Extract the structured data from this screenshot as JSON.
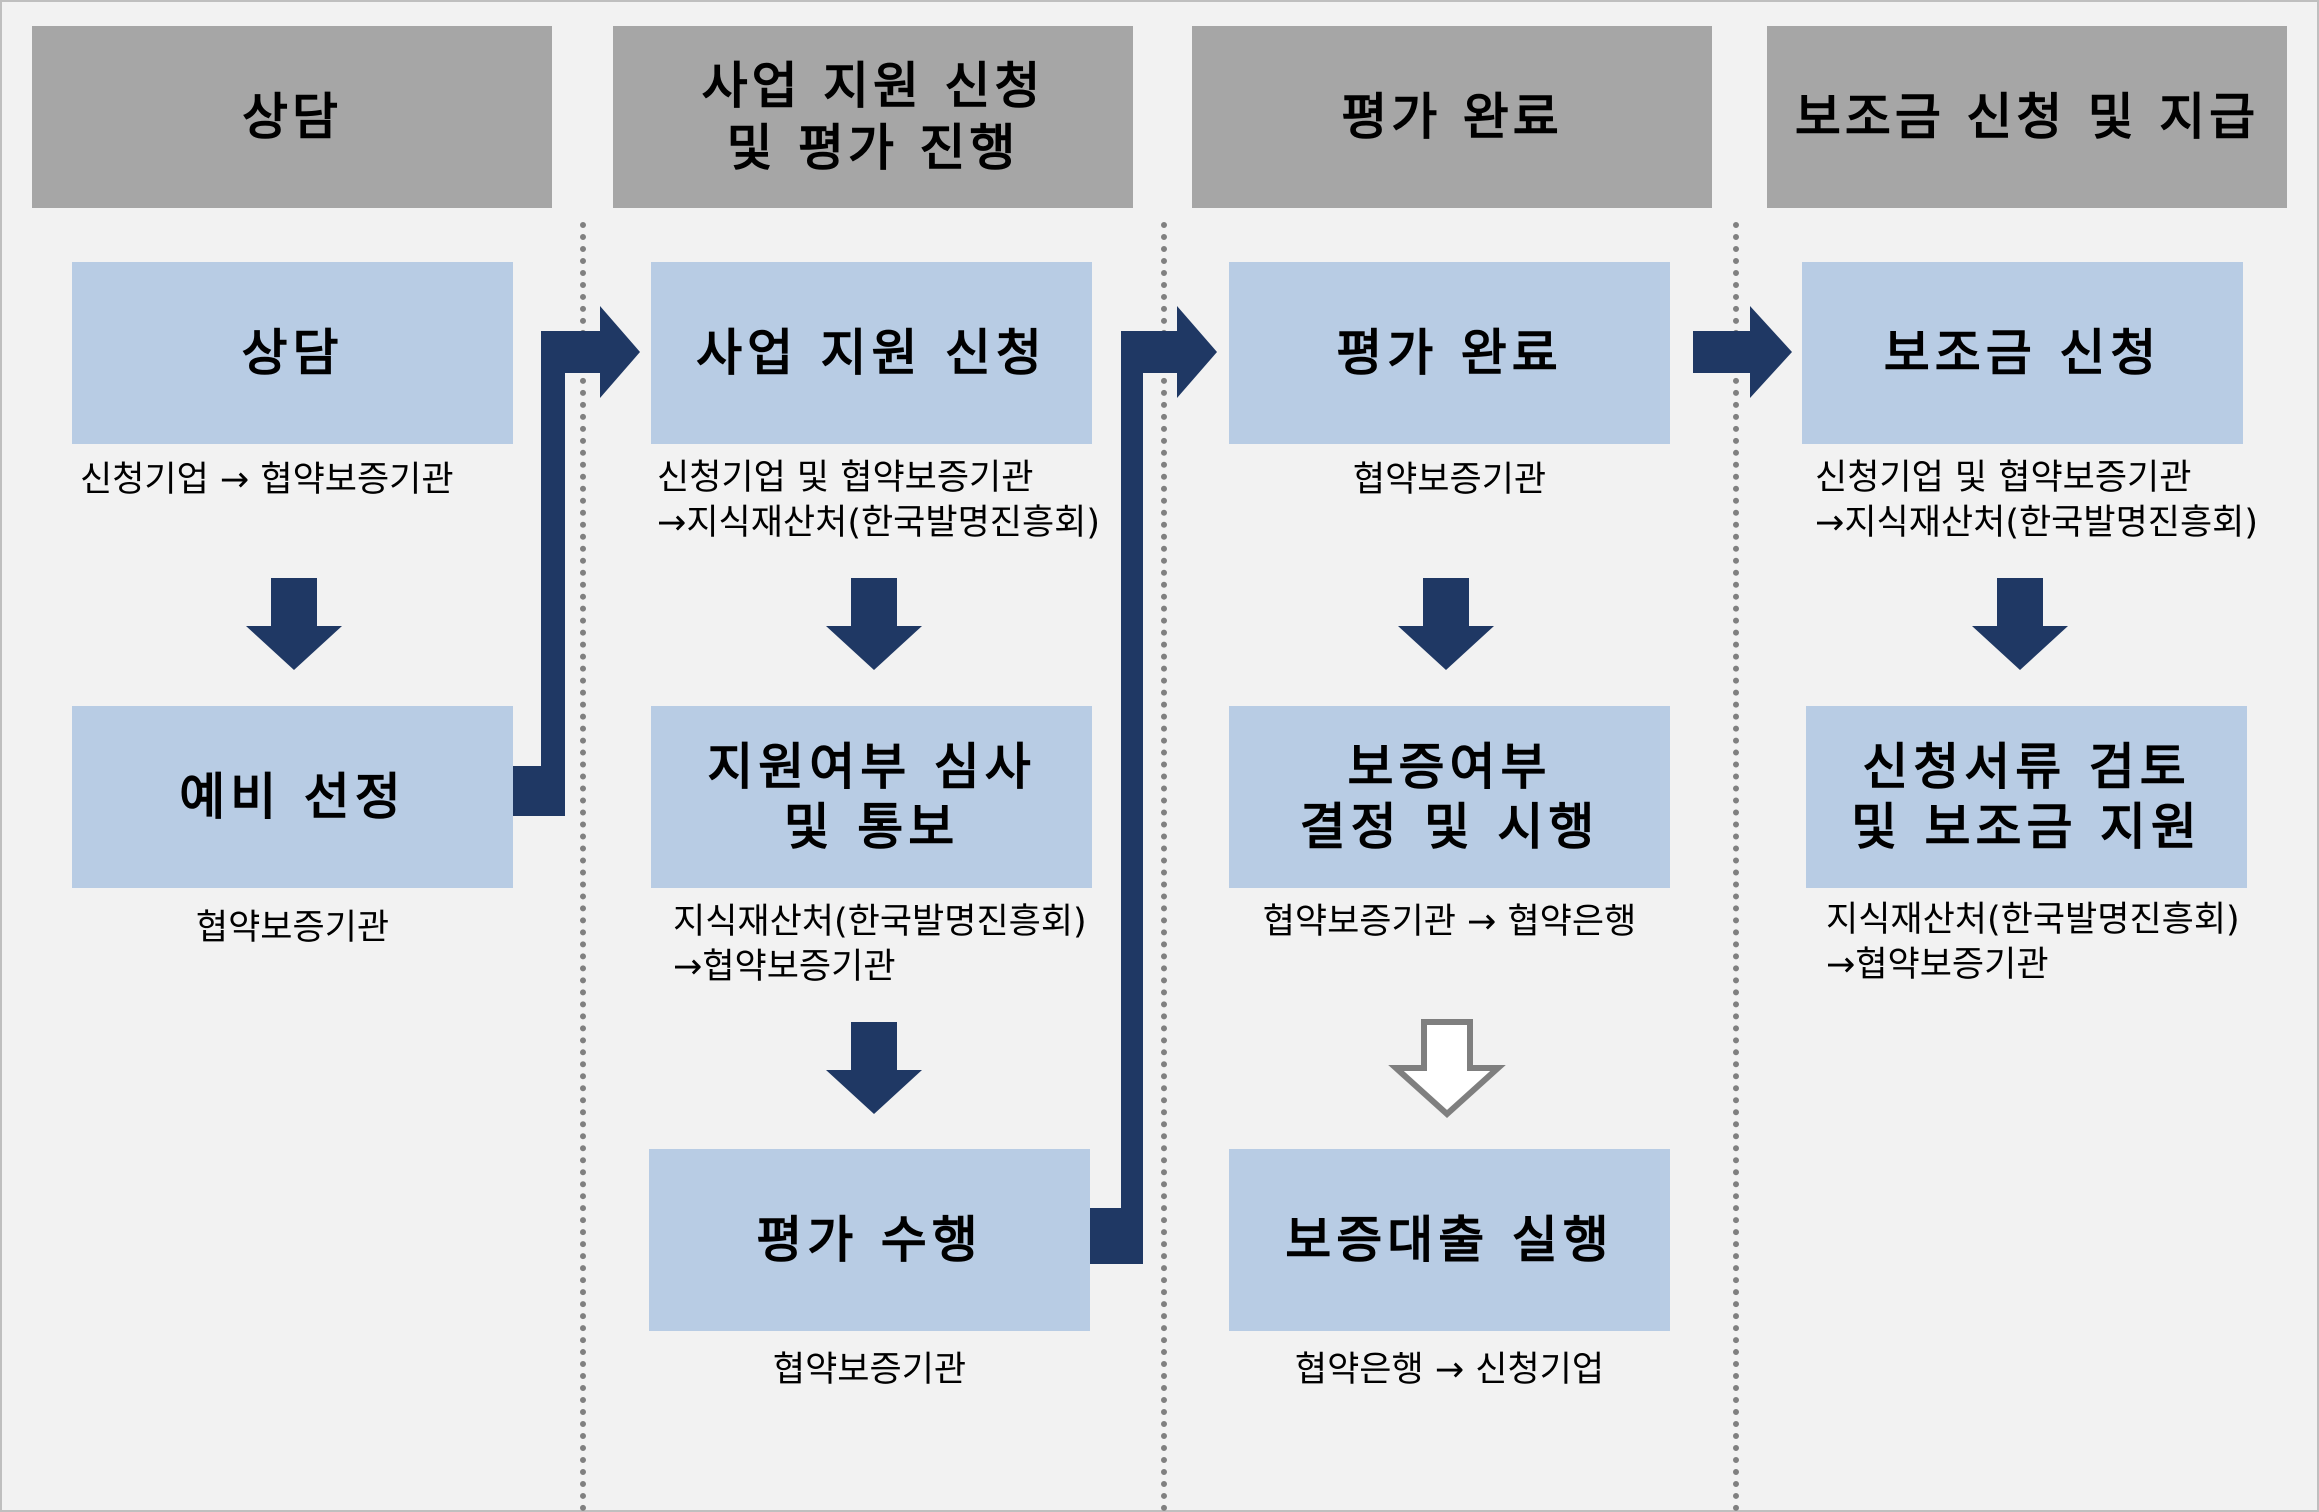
{
  "colors": {
    "background": "#f2f2f2",
    "header_bg": "#a6a6a6",
    "box_bg": "#b8cce4",
    "arrow": "#1f3864",
    "hollow_arrow_stroke": "#7f7f7f",
    "divider": "#808080"
  },
  "columns": [
    {
      "header": "상담",
      "steps": [
        {
          "title": "상담",
          "label": "신청기업 → 협약보증기관"
        },
        {
          "title": "예비 선정",
          "label": "협약보증기관"
        }
      ]
    },
    {
      "header": "사업 지원 신청\n및 평가 진행",
      "steps": [
        {
          "title": "사업 지원 신청",
          "label": "신청기업 및 협약보증기관\n→지식재산처(한국발명진흥회)"
        },
        {
          "title": "지원여부 심사\n및 통보",
          "label": "지식재산처(한국발명진흥회)\n→협약보증기관"
        },
        {
          "title": "평가 수행",
          "label": "협약보증기관"
        }
      ]
    },
    {
      "header": "평가 완료",
      "steps": [
        {
          "title": "평가 완료",
          "label": "협약보증기관"
        },
        {
          "title": "보증여부\n결정 및 시행",
          "label": "협약보증기관 → 협약은행"
        },
        {
          "title": "보증대출 실행",
          "label": "협약은행 → 신청기업"
        }
      ]
    },
    {
      "header": "보조금 신청 및 지급",
      "steps": [
        {
          "title": "보조금 신청",
          "label": "신청기업 및 협약보증기관\n→지식재산처(한국발명진흥회)"
        },
        {
          "title": "신청서류 검토\n및 보조금 지원",
          "label": "지식재산처(한국발명진흥회)\n→협약보증기관"
        }
      ]
    }
  ]
}
